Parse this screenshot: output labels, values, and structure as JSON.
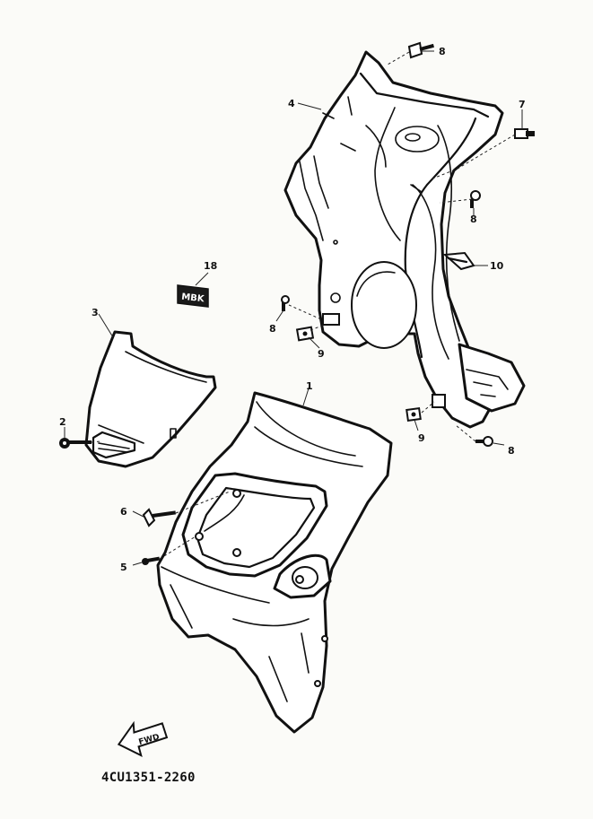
{
  "callouts": {
    "p1": "1",
    "p2": "2",
    "p3": "3",
    "p4": "4",
    "p5": "5",
    "p6": "6",
    "p7": "7",
    "p8a": "8",
    "p8b": "8",
    "p8c": "8",
    "p8d": "8",
    "p9a": "9",
    "p9b": "9",
    "p10": "10",
    "p18": "18"
  },
  "emblem_text": "MBK",
  "fwd_arrow_text": "FWD",
  "drawing_code": "4CU1351-2260"
}
